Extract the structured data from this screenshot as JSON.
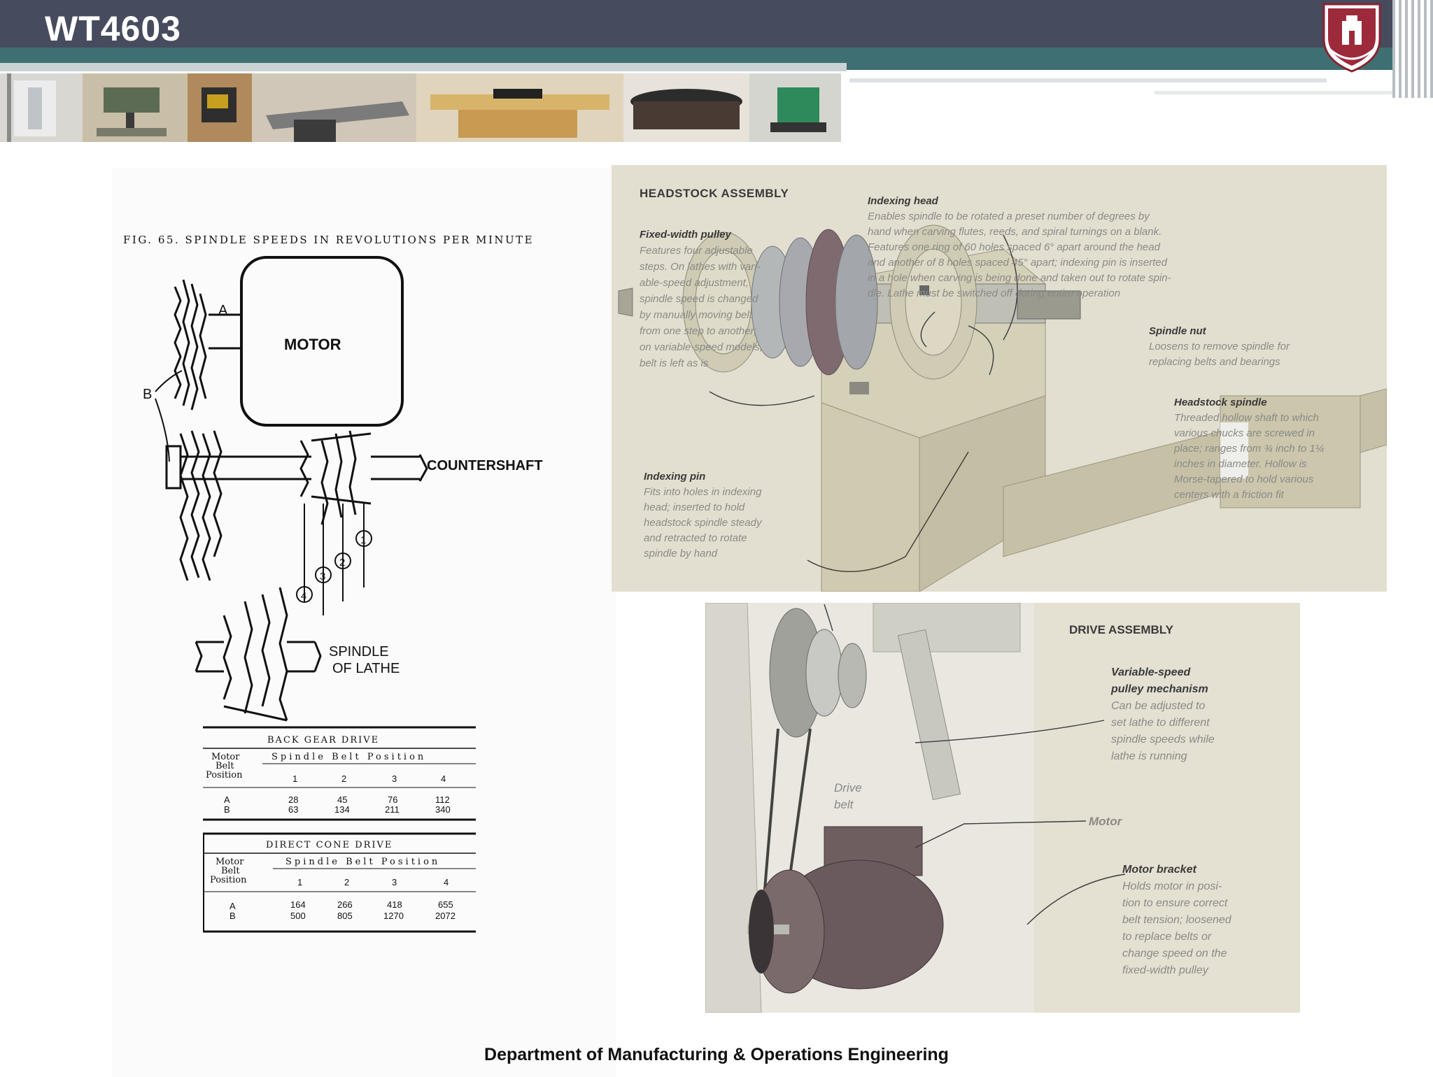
{
  "header": {
    "course_code": "WT4603"
  },
  "footer": {
    "department": "Department of Manufacturing & Operations Engineering"
  },
  "figure_left": {
    "caption": "FIG. 65.  SPINDLE SPEEDS IN REVOLUTIONS PER MINUTE",
    "labels": {
      "motor": "MOTOR",
      "countershaft": "COUNTERSHAFT",
      "spindle_line1": "SPINDLE",
      "spindle_line2": "OF LATHE",
      "a": "A",
      "b": "B",
      "pos1": "1",
      "pos2": "2",
      "pos3": "3",
      "pos4": "4"
    },
    "back_gear_table": {
      "title": "BACK GEAR DRIVE",
      "row_header": [
        "Motor",
        "Belt",
        "Position"
      ],
      "col_group": "Spindle Belt Position",
      "columns": [
        "1",
        "2",
        "3",
        "4"
      ],
      "rows": [
        {
          "label": "A",
          "values": [
            "28",
            "45",
            "76",
            "112"
          ]
        },
        {
          "label": "B",
          "values": [
            "63",
            "134",
            "211",
            "340"
          ]
        }
      ]
    },
    "direct_table": {
      "title": "DIRECT CONE DRIVE",
      "row_header": [
        "Motor",
        "Belt",
        "Position"
      ],
      "col_group": "Spindle Belt Position",
      "columns": [
        "1",
        "2",
        "3",
        "4"
      ],
      "rows": [
        {
          "label": "A",
          "values": [
            "164",
            "266",
            "418",
            "655"
          ]
        },
        {
          "label": "B",
          "values": [
            "500",
            "805",
            "1270",
            "2072"
          ]
        }
      ]
    }
  },
  "headstock": {
    "title": "HEADSTOCK ASSEMBLY",
    "fixed_pulley_title": "Fixed-width pulley",
    "fixed_pulley_lines": [
      "Features four adjustable",
      "steps. On lathes with vari-",
      "able-speed adjustment,",
      "spindle speed is changed",
      "by manually moving belt",
      "from one step to another;",
      "on variable-speed models,",
      "belt is left as is"
    ],
    "indexing_head_title": "Indexing head",
    "indexing_head_lines": [
      "Enables spindle to be rotated a preset number of degrees by",
      "hand when carving flutes, reeds, and spiral turnings on a blank.",
      "Features one ring of 60 holes spaced 6° apart around the head",
      "and another of 8 holes spaced 45° apart; indexing pin is inserted",
      "in a hole when carving is being done and taken out to rotate spin-",
      "dle. Lathe must be switched off during entire operation"
    ],
    "spindle_nut_title": "Spindle nut",
    "spindle_nut_lines": [
      "Loosens to remove spindle for",
      "replacing belts and bearings"
    ],
    "spindle_title": "Headstock spindle",
    "spindle_lines": [
      "Threaded hollow shaft to which",
      "various chucks are screwed in",
      "place; ranges from ¾ inch to 1¼",
      "inches in diameter. Hollow is",
      "Morse-tapered to hold various",
      "centers with a friction fit"
    ],
    "pin_title": "Indexing pin",
    "pin_lines": [
      "Fits into holes in indexing",
      "head; inserted to hold",
      "headstock spindle steady",
      "and retracted to rotate",
      "spindle by hand"
    ]
  },
  "drive": {
    "title": "DRIVE ASSEMBLY",
    "variable_title_lines": [
      "Variable-speed",
      "pulley mechanism"
    ],
    "variable_lines": [
      "Can be adjusted to",
      "set lathe to different",
      "spindle speeds while",
      "lathe is running"
    ],
    "belt_lines": [
      "Drive",
      "belt"
    ],
    "motor": "Motor",
    "bracket_title": "Motor bracket",
    "bracket_lines": [
      "Holds motor in posi-",
      "tion to ensure correct",
      "belt tension; loosened",
      "to replace belts or",
      "change speed on the",
      "fixed-width pulley"
    ]
  },
  "colors": {
    "header_bar": "#474b5e",
    "teal_band": "#3e6f73",
    "panel_beige": "#e3dfd0",
    "callout_title": "#3a3a3a",
    "callout_text": "#8a8a86"
  }
}
